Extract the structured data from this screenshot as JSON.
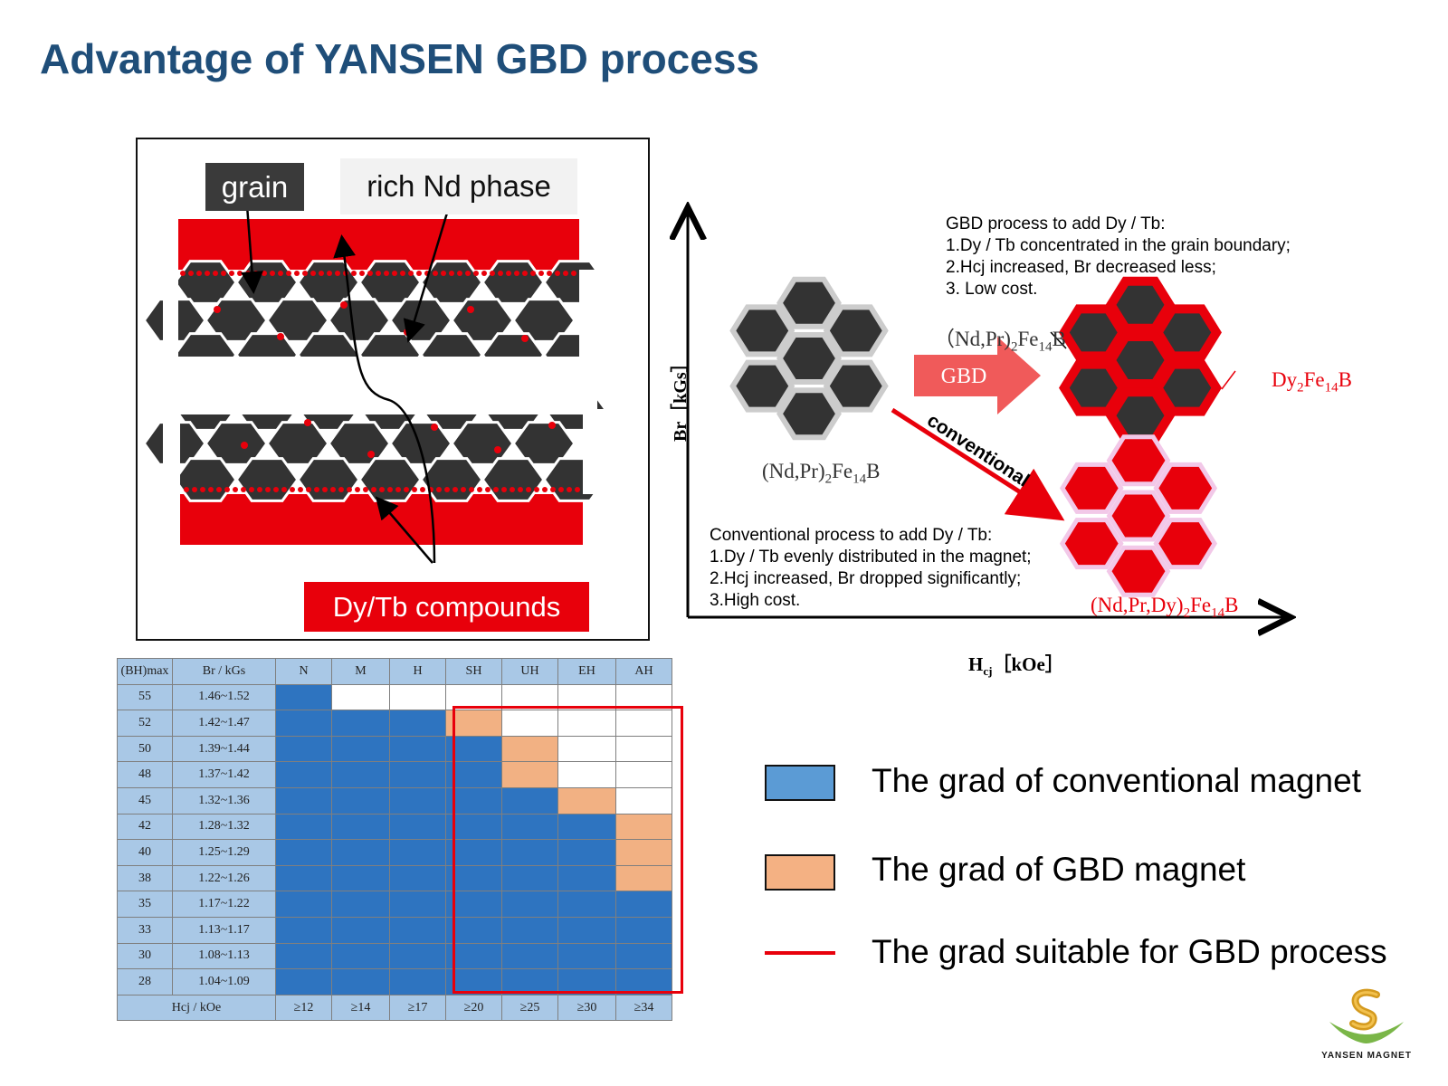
{
  "title": "Advantage of YANSEN GBD process",
  "microstructure": {
    "grain_label": "grain",
    "rich_nd_label": "rich Nd phase",
    "compounds_label": "Dy/Tb compounds"
  },
  "process_chart": {
    "y_axis_label": "Br［kGs］",
    "x_axis_label_base": "H",
    "x_axis_label_sub": "cj",
    "x_axis_label_unit": "［kOe］",
    "gbd_notes": [
      "GBD process to add Dy / Tb:",
      "1.Dy / Tb concentrated in the grain boundary;",
      "2.Hcj increased, Br decreased less;",
      "3. Low cost."
    ],
    "conventional_notes": [
      "Conventional process to add Dy / Tb:",
      "1.Dy / Tb evenly distributed in the magnet;",
      "2.Hcj increased, Br dropped significantly;",
      "3.High cost."
    ],
    "gbd_arrow_label": "GBD",
    "conventional_arrow_label": "conventional",
    "formula_base": {
      "a": "(Nd,Pr)",
      "b": "2",
      "c": "Fe",
      "d": "14",
      "e": "B"
    },
    "formula_gbd_matrix": {
      "a": "（Nd,Pr)",
      "b": "2",
      "c": "Fe",
      "d": "14",
      "e": "B"
    },
    "formula_dy_shell": {
      "a": "Dy",
      "b": "2",
      "c": "Fe",
      "d": "14",
      "e": "B"
    },
    "formula_conventional": {
      "a": "(Nd,Pr,Dy)",
      "b": "2",
      "c": "Fe",
      "d": "14",
      "e": "B"
    }
  },
  "grade_table": {
    "headers": [
      "(BH)max",
      "Br / kGs",
      "N",
      "M",
      "H",
      "SH",
      "UH",
      "EH",
      "AH"
    ],
    "rows": [
      {
        "bh": "55",
        "br": "1.46~1.52",
        "cells": [
          "blue",
          "white",
          "white",
          "white",
          "white",
          "white",
          "white"
        ]
      },
      {
        "bh": "52",
        "br": "1.42~1.47",
        "cells": [
          "blue",
          "blue",
          "blue",
          "orange",
          "white",
          "white",
          "white"
        ]
      },
      {
        "bh": "50",
        "br": "1.39~1.44",
        "cells": [
          "blue",
          "blue",
          "blue",
          "blue",
          "orange",
          "white",
          "white"
        ]
      },
      {
        "bh": "48",
        "br": "1.37~1.42",
        "cells": [
          "blue",
          "blue",
          "blue",
          "blue",
          "orange",
          "white",
          "white"
        ]
      },
      {
        "bh": "45",
        "br": "1.32~1.36",
        "cells": [
          "blue",
          "blue",
          "blue",
          "blue",
          "blue",
          "orange",
          "white"
        ]
      },
      {
        "bh": "42",
        "br": "1.28~1.32",
        "cells": [
          "blue",
          "blue",
          "blue",
          "blue",
          "blue",
          "blue",
          "orange"
        ]
      },
      {
        "bh": "40",
        "br": "1.25~1.29",
        "cells": [
          "blue",
          "blue",
          "blue",
          "blue",
          "blue",
          "blue",
          "orange"
        ]
      },
      {
        "bh": "38",
        "br": "1.22~1.26",
        "cells": [
          "blue",
          "blue",
          "blue",
          "blue",
          "blue",
          "blue",
          "orange"
        ]
      },
      {
        "bh": "35",
        "br": "1.17~1.22",
        "cells": [
          "blue",
          "blue",
          "blue",
          "blue",
          "blue",
          "blue",
          "blue"
        ]
      },
      {
        "bh": "33",
        "br": "1.13~1.17",
        "cells": [
          "blue",
          "blue",
          "blue",
          "blue",
          "blue",
          "blue",
          "blue"
        ]
      },
      {
        "bh": "30",
        "br": "1.08~1.13",
        "cells": [
          "blue",
          "blue",
          "blue",
          "blue",
          "blue",
          "blue",
          "blue"
        ]
      },
      {
        "bh": "28",
        "br": "1.04~1.09",
        "cells": [
          "blue",
          "blue",
          "blue",
          "blue",
          "blue",
          "blue",
          "blue"
        ]
      }
    ],
    "footer_label": "Hcj / kOe",
    "footer_values": [
      "≥12",
      "≥14",
      "≥17",
      "≥20",
      "≥25",
      "≥30",
      "≥34"
    ],
    "colors": {
      "blue": "#2e74c0",
      "orange": "#f2b183",
      "white": "#ffffff",
      "outline": "#e8000b"
    }
  },
  "legend": {
    "conventional": "The grad of conventional magnet",
    "gbd": "The grad of GBD magnet",
    "suitable": "The grad suitable for GBD process",
    "conventional_color": "#5b9bd5",
    "gbd_color": "#f4b183",
    "suitable_color": "#e8000b"
  },
  "logo": {
    "text": "YANSEN MAGNET"
  }
}
